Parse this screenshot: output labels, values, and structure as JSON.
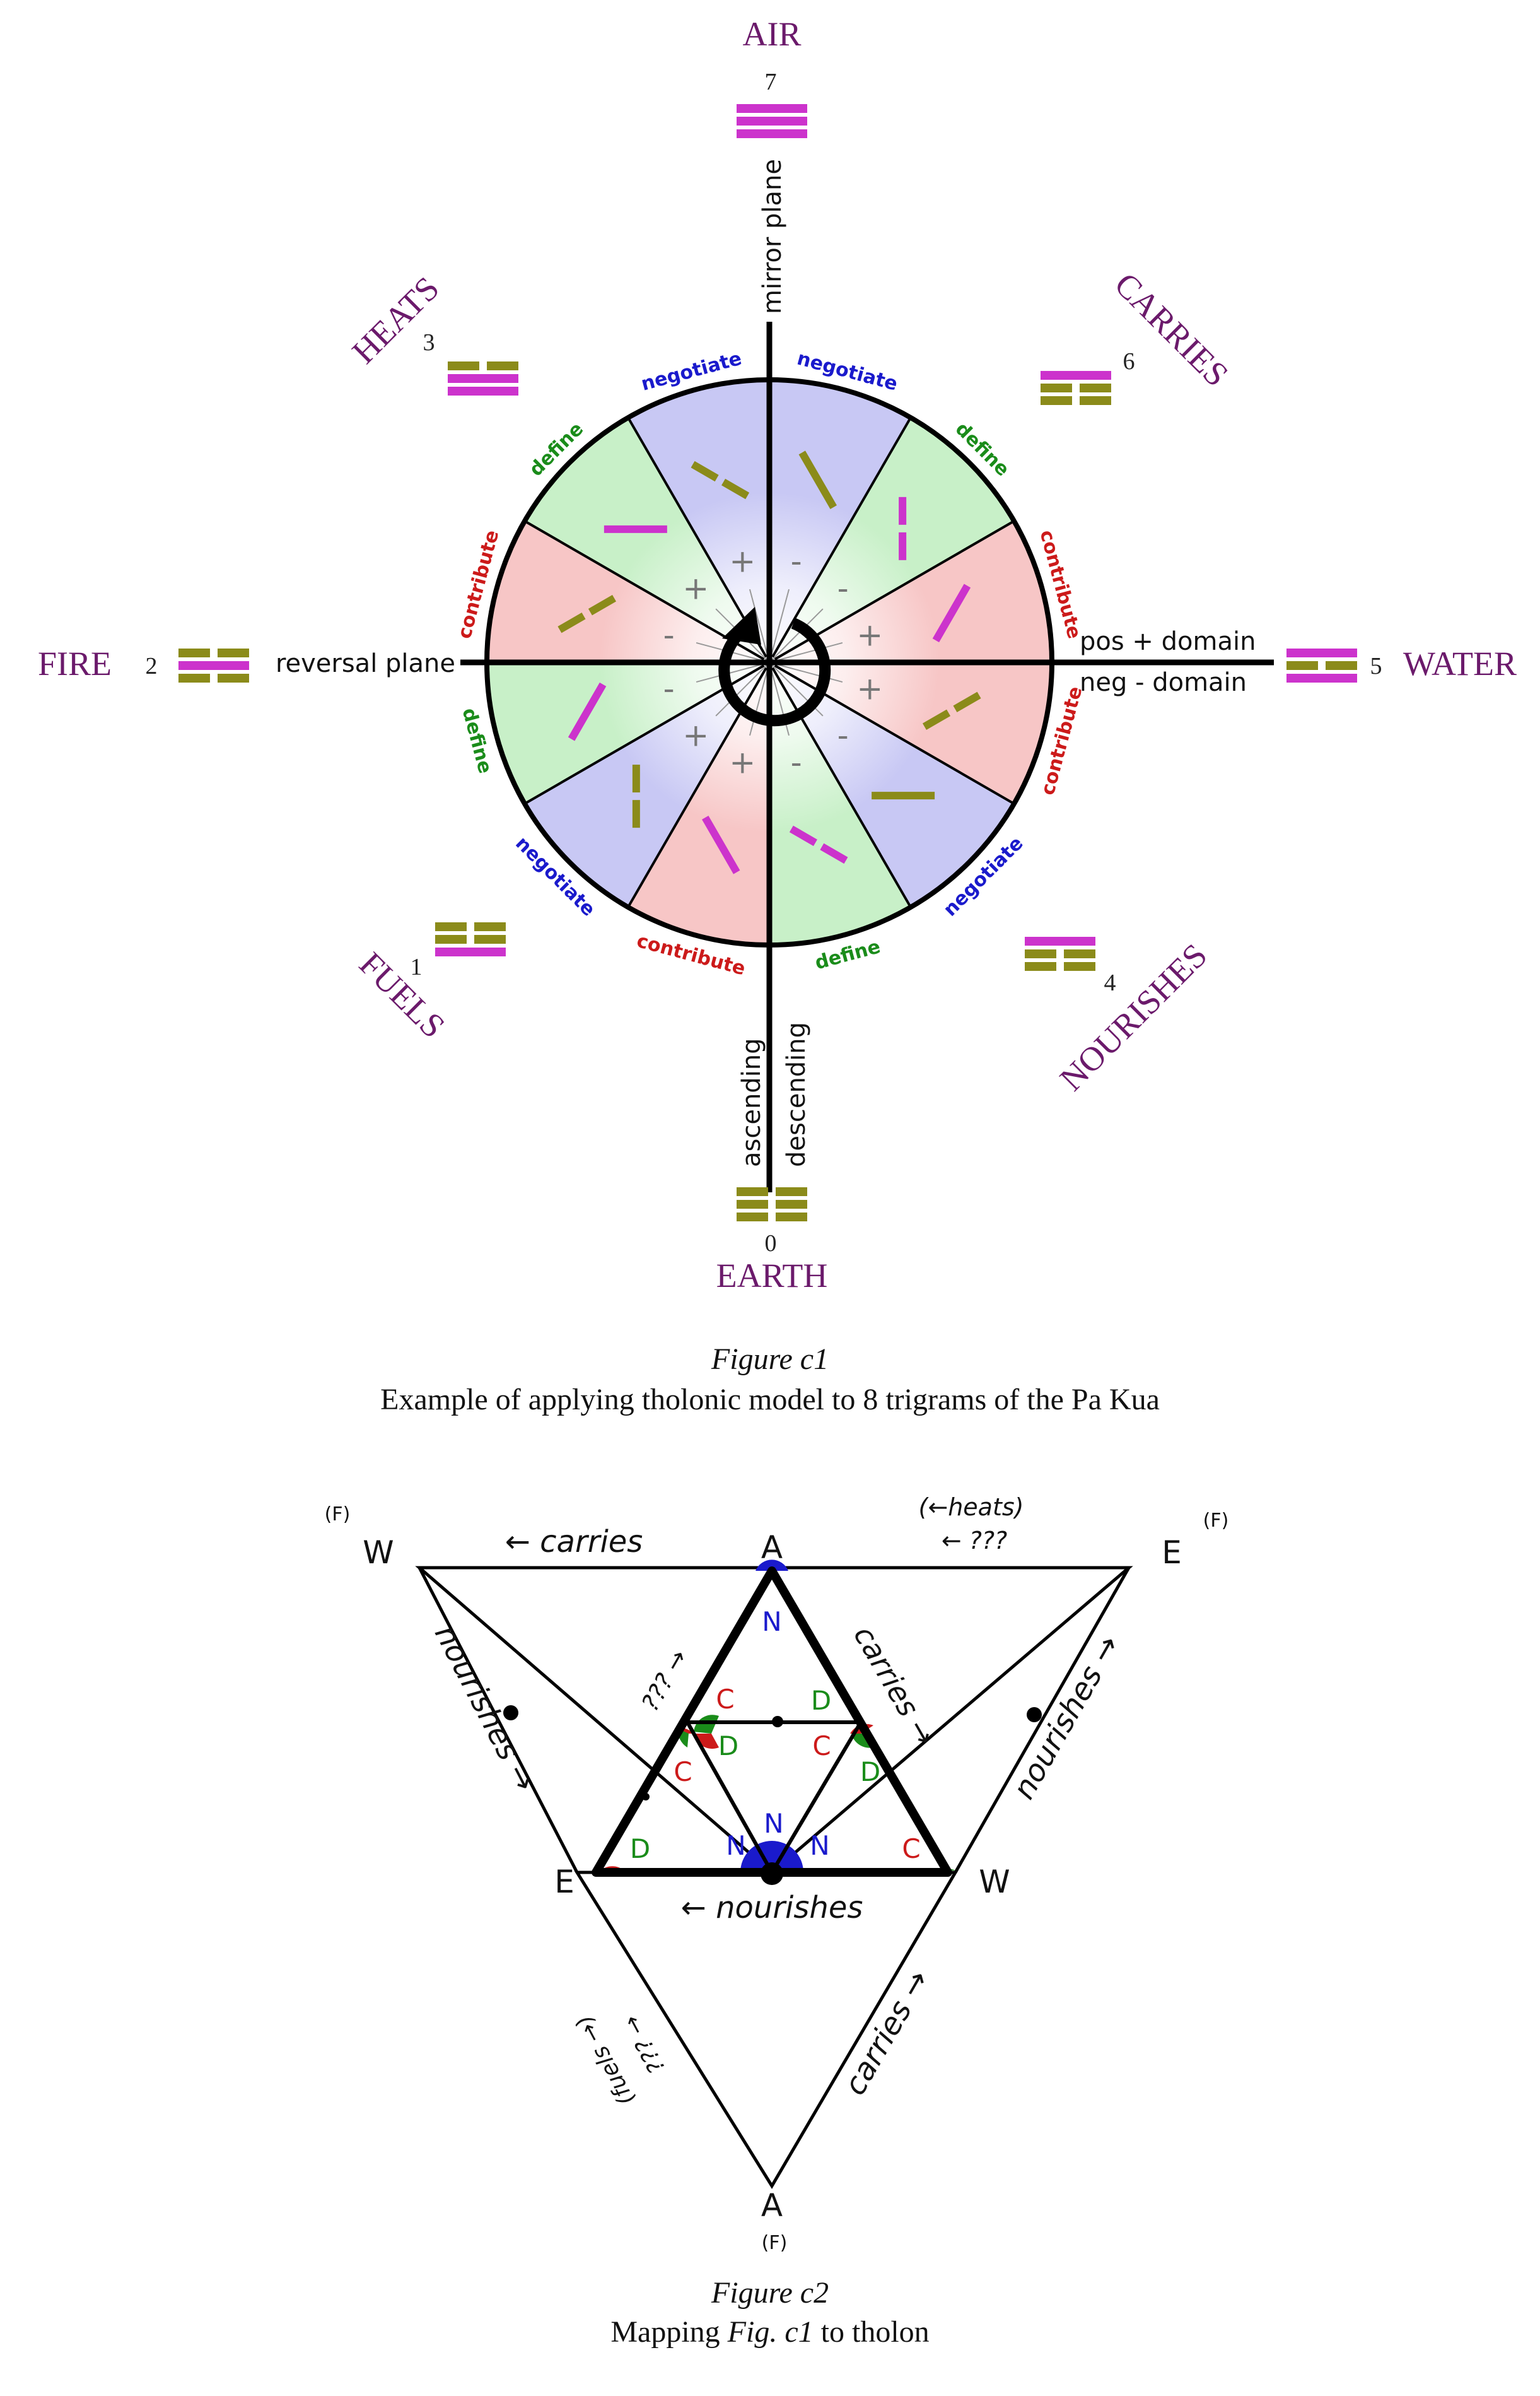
{
  "figure_c1": {
    "element_labels": {
      "air": "AIR",
      "heats": "HEATS",
      "carries": "CARRIES",
      "fire": "FIRE",
      "water": "WATER",
      "fuels": "FUELS",
      "nourishes": "NOURISHES",
      "earth": "EARTH"
    },
    "trigram_numbers": {
      "air": "7",
      "heats": "3",
      "carries": "6",
      "fire": "2",
      "water": "5",
      "fuels": "1",
      "nourishes": "4",
      "earth": "0"
    },
    "axis_labels": {
      "mirror_plane": "mirror plane",
      "reversal_plane": "reversal plane",
      "pos_domain": "pos + domain",
      "neg_domain": "neg - domain",
      "ascending": "ascending",
      "descending": "descending"
    },
    "sector_words": {
      "negotiate": "negotiate",
      "define": "define",
      "contribute": "contribute"
    },
    "signs": {
      "plus": "+",
      "minus": "-"
    },
    "caption_title": "Figure c1",
    "caption_text": "Example of applying tholonic model to 8 trigrams of the Pa Kua",
    "colors": {
      "label": "#6b1a6b",
      "yang_bar": "#cc33cc",
      "yin_bar": "#8b8b1a",
      "negotiate": "#1a1acc",
      "define": "#1a8c1a",
      "contribute": "#cc1a1a",
      "sector_red": "#f7c6c6",
      "sector_blue": "#c8c8f4",
      "sector_green": "#c8f0c8"
    }
  },
  "figure_c2": {
    "vertices": {
      "outer_w": "W",
      "outer_e": "E",
      "top_a": "A",
      "mid_e": "E",
      "mid_w": "W",
      "bottom_a": "A"
    },
    "fire_marks": {
      "f1": "(F)",
      "f2": "(F)",
      "f3": "(F)"
    },
    "edge_labels": {
      "carries_top": "← carries",
      "heats": "(←heats)",
      "qqq_top": "← ???",
      "nourishes_left": "nourishes →",
      "nourishes_right": "nourishes →",
      "carries_inner": "carries →",
      "qqq_inner": "??? →",
      "nourishes_base": "← nourishes",
      "fuels": "(fuels →)",
      "qqq_lower": "??? →",
      "carries_lower": "carries →"
    },
    "node_letters": {
      "n_top": "N",
      "c_left_top": "C",
      "d_left": "D",
      "c_left_bottom": "C",
      "d_right_top": "D",
      "c_right": "C",
      "d_right_bottom": "D",
      "n_bottom_top": "N",
      "n_bottom_left": "N",
      "n_bottom_right": "N",
      "d_bottom_left": "D",
      "c_bottom_right": "C"
    },
    "caption_title": "Figure c2",
    "caption_text_prefix": "Mapping",
    "caption_text_ref": "Fig. c1",
    "caption_text_suffix": "to tholon"
  }
}
